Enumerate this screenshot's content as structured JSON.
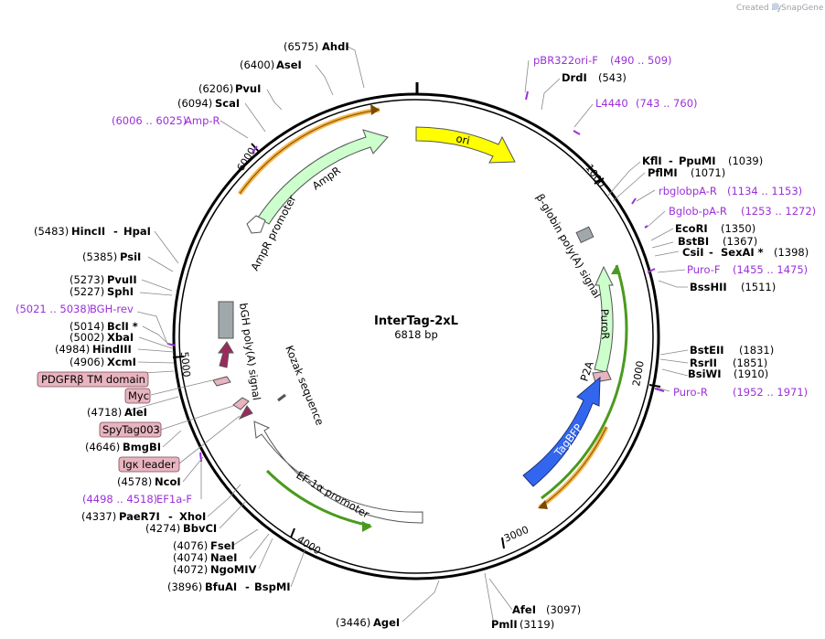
{
  "credit": {
    "created_by": "Created by",
    "brand": "SnapGene"
  },
  "center": {
    "name": "InterTag-2xL",
    "size": "6818 bp"
  },
  "ticks": [
    "1000",
    "2000",
    "3000",
    "4000",
    "5000",
    "6000"
  ],
  "enzymes": [
    {
      "name": "AhdI",
      "pos": "(6575)"
    },
    {
      "name": "AseI",
      "pos": "(6400)"
    },
    {
      "name": "PvuI",
      "pos": "(6206)"
    },
    {
      "name": "ScaI",
      "pos": "(6094)"
    },
    {
      "name": "DrdI",
      "pos": "(543)"
    },
    {
      "name": "KflI",
      "name2": "PpuMI",
      "pos": "(1039)"
    },
    {
      "name": "PflMI",
      "pos": "(1071)"
    },
    {
      "name": "EcoRI",
      "pos": "(1350)"
    },
    {
      "name": "BstBI",
      "pos": "(1367)"
    },
    {
      "name": "CsiI",
      "name2": "SexAI *",
      "pos": "(1398)"
    },
    {
      "name": "BssHII",
      "pos": "(1511)"
    },
    {
      "name": "BstEII",
      "pos": "(1831)"
    },
    {
      "name": "RsrII",
      "pos": "(1851)"
    },
    {
      "name": "BsiWI",
      "pos": "(1910)"
    },
    {
      "name": "HincII",
      "name2": "HpaI",
      "pos": "(5483)"
    },
    {
      "name": "PsiI",
      "pos": "(5385)"
    },
    {
      "name": "PvuII",
      "pos": "(5273)"
    },
    {
      "name": "SphI",
      "pos": "(5227)"
    },
    {
      "name": "BclI *",
      "pos": "(5014)"
    },
    {
      "name": "XbaI",
      "pos": "(5002)"
    },
    {
      "name": "HindIII",
      "pos": "(4984)"
    },
    {
      "name": "XcmI",
      "pos": "(4906)"
    },
    {
      "name": "AleI",
      "pos": "(4718)"
    },
    {
      "name": "BmgBI",
      "pos": "(4646)"
    },
    {
      "name": "NcoI",
      "pos": "(4578)"
    },
    {
      "name": "PaeR7I",
      "name2": "XhoI",
      "pos": "(4337)"
    },
    {
      "name": "BbvCI",
      "pos": "(4274)"
    },
    {
      "name": "FseI",
      "pos": "(4076)"
    },
    {
      "name": "NaeI",
      "pos": "(4074)"
    },
    {
      "name": "NgoMIV",
      "pos": "(4072)"
    },
    {
      "name": "BfuAI",
      "name2": "BspMI",
      "pos": "(3896)"
    },
    {
      "name": "AgeI",
      "pos": "(3446)"
    },
    {
      "name": "AfeI",
      "pos": "(3097)"
    },
    {
      "name": "PmlI",
      "pos": "(3119)"
    }
  ],
  "primers": [
    {
      "name": "pBR322ori-F",
      "range": "(490 .. 509)"
    },
    {
      "name": "L4440",
      "range": "(743 .. 760)"
    },
    {
      "name": "rbglobpA-R",
      "range": "(1134 .. 1153)"
    },
    {
      "name": "Bglob-pA-R",
      "range": "(1253 .. 1272)"
    },
    {
      "name": "Puro-F",
      "range": "(1455 .. 1475)"
    },
    {
      "name": "Puro-R",
      "range": "(1952 .. 1971)"
    },
    {
      "name": "Amp-R",
      "range": "(6006 .. 6025)"
    },
    {
      "name": "BGH-rev",
      "range": "(5021 .. 5038)"
    },
    {
      "name": "EF1a-F",
      "range": "(4498 .. 4518)"
    }
  ],
  "feature_boxes": [
    "PDGFRβ TM domain",
    "Myc",
    "SpyTag003",
    "Igκ leader"
  ],
  "features": {
    "ori": "ori",
    "ampr": "AmpR",
    "ampr_promoter": "AmpR promoter",
    "beta_globin": "β-globin poly(A) signal",
    "puror": "PuroR",
    "p2a": "P2A",
    "tagbfp": "TagBFP",
    "ef1a": "EF-1α promoter",
    "kozak": "Kozak sequence",
    "bgh": "bGH poly(A) signal"
  },
  "colors": {
    "ori": "#ffff00",
    "ampr": "#ccffcc",
    "puror": "#ccffcc",
    "tagbfp": "#3366ee",
    "polyA": "#a0a8ac",
    "tag_box": "#e8b4bf",
    "tag_dark": "#9b2a5c",
    "primer": "#9b30d9",
    "orange_arc": "#f5b44a",
    "green_arc": "#4a9a1e"
  }
}
